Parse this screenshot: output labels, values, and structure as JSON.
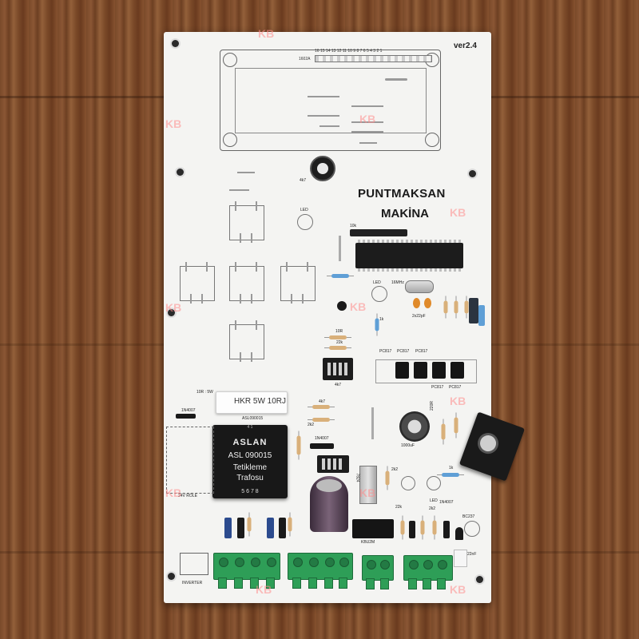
{
  "board": {
    "brand_line1": "PUNTMAKSAN",
    "brand_line2": "MAKİNA",
    "version": "ver2.4"
  },
  "lcd": {
    "label": "1602A",
    "pin_numbers": "16 15 14 13 12 11 10  9  8  7  6  5  4  3  2  1"
  },
  "pot": {
    "label": "4k7"
  },
  "silk_labels": {
    "led_top": "LED",
    "res_10k": "10k",
    "led_mid": "LED",
    "crystal": "16MHz",
    "caps_22pf": "2x22pF",
    "res_1k": "1k",
    "res_10r": "10R",
    "res_22k": "22k",
    "res_4k7_trans": "4k7",
    "pc817_1": "PC817",
    "pc817_2": "PC817",
    "pc817_3": "PC817",
    "pc817_4": "PC817",
    "pc817_5": "PC817",
    "res_10r_5w": "10R : 5W",
    "diode_1": "1N4007",
    "res_4k7": "4k7",
    "res_2k2_a": "2k2",
    "diode_2": "1N4007",
    "reg_7824": "7824",
    "res_2k2_b": "2k2",
    "cap_1000uf": "1000uF",
    "res_220r": "220R",
    "res_1k_b": "1k",
    "relay_24v": "24V RÖLE",
    "bridge": "KBU2M",
    "bc237": "BC237",
    "cap_22nf": "22nF",
    "inverter": "INVERTER",
    "led_low": "LED",
    "res_22k_low": "22k",
    "res_2k2_low": "2k2",
    "d_1n4007_low": "1N4007"
  },
  "components": {
    "power_resistor_text": "HKR 5W 10RJ",
    "power_resistor_code": "ASL090015",
    "transformer_brand": "ASLAN",
    "transformer_model": "ASL 090015",
    "transformer_line1": "Tetikleme",
    "transformer_line2": "Trafosu",
    "transformer_pins_top": "4      1",
    "transformer_pins_bot": "5   6   7   8"
  },
  "watermark": "KB",
  "colors": {
    "pcb": "#f4f4f2",
    "terminal_green": "#2e9e57",
    "heatsink": "#1a1a1a",
    "wood": "#7a4a2a"
  }
}
